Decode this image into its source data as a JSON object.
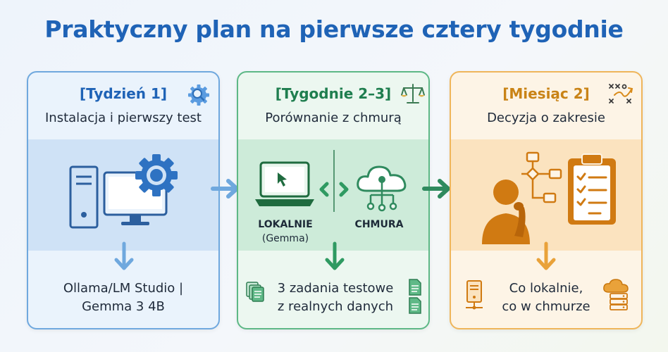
{
  "title": "Praktyczny plan na pierwsze cztery tygodnie",
  "colors": {
    "title": "#1f63b6",
    "blue_accent": "#4a8fd6",
    "green_accent": "#2f9a62",
    "orange_accent": "#e9a23a"
  },
  "cards": [
    {
      "phase": "[Tydzień 1]",
      "subtitle": "Instalacja i pierwszy test",
      "bottom_line1": "Ollama/LM Studio |",
      "bottom_line2": "Gemma 3 4B",
      "icons": [
        "gear-magnifier-icon",
        "desktop-computer-icon",
        "gear-icon",
        "arrow-down-icon"
      ]
    },
    {
      "phase": "[Tygodnie 2–3]",
      "subtitle": "Porównanie z chmurą",
      "local_label": "LOKALNIE",
      "local_sub": "(Gemma)",
      "cloud_label": "CHMURA",
      "bottom_line1": "3 zadania testowe",
      "bottom_line2": "z realnych danych",
      "icons": [
        "scales-icon",
        "laptop-icon",
        "cloud-network-icon",
        "arrow-down-icon",
        "documents-icon"
      ]
    },
    {
      "phase": "[Miesiąc 2]",
      "subtitle": "Decyzja o zakresie",
      "bottom_line1": "Co lokalnie,",
      "bottom_line2": "co w chmurze",
      "icons": [
        "strategy-icon",
        "thinking-person-icon",
        "flowchart-icon",
        "checklist-icon",
        "arrow-down-icon",
        "server-icon",
        "cloud-server-icon"
      ]
    }
  ]
}
